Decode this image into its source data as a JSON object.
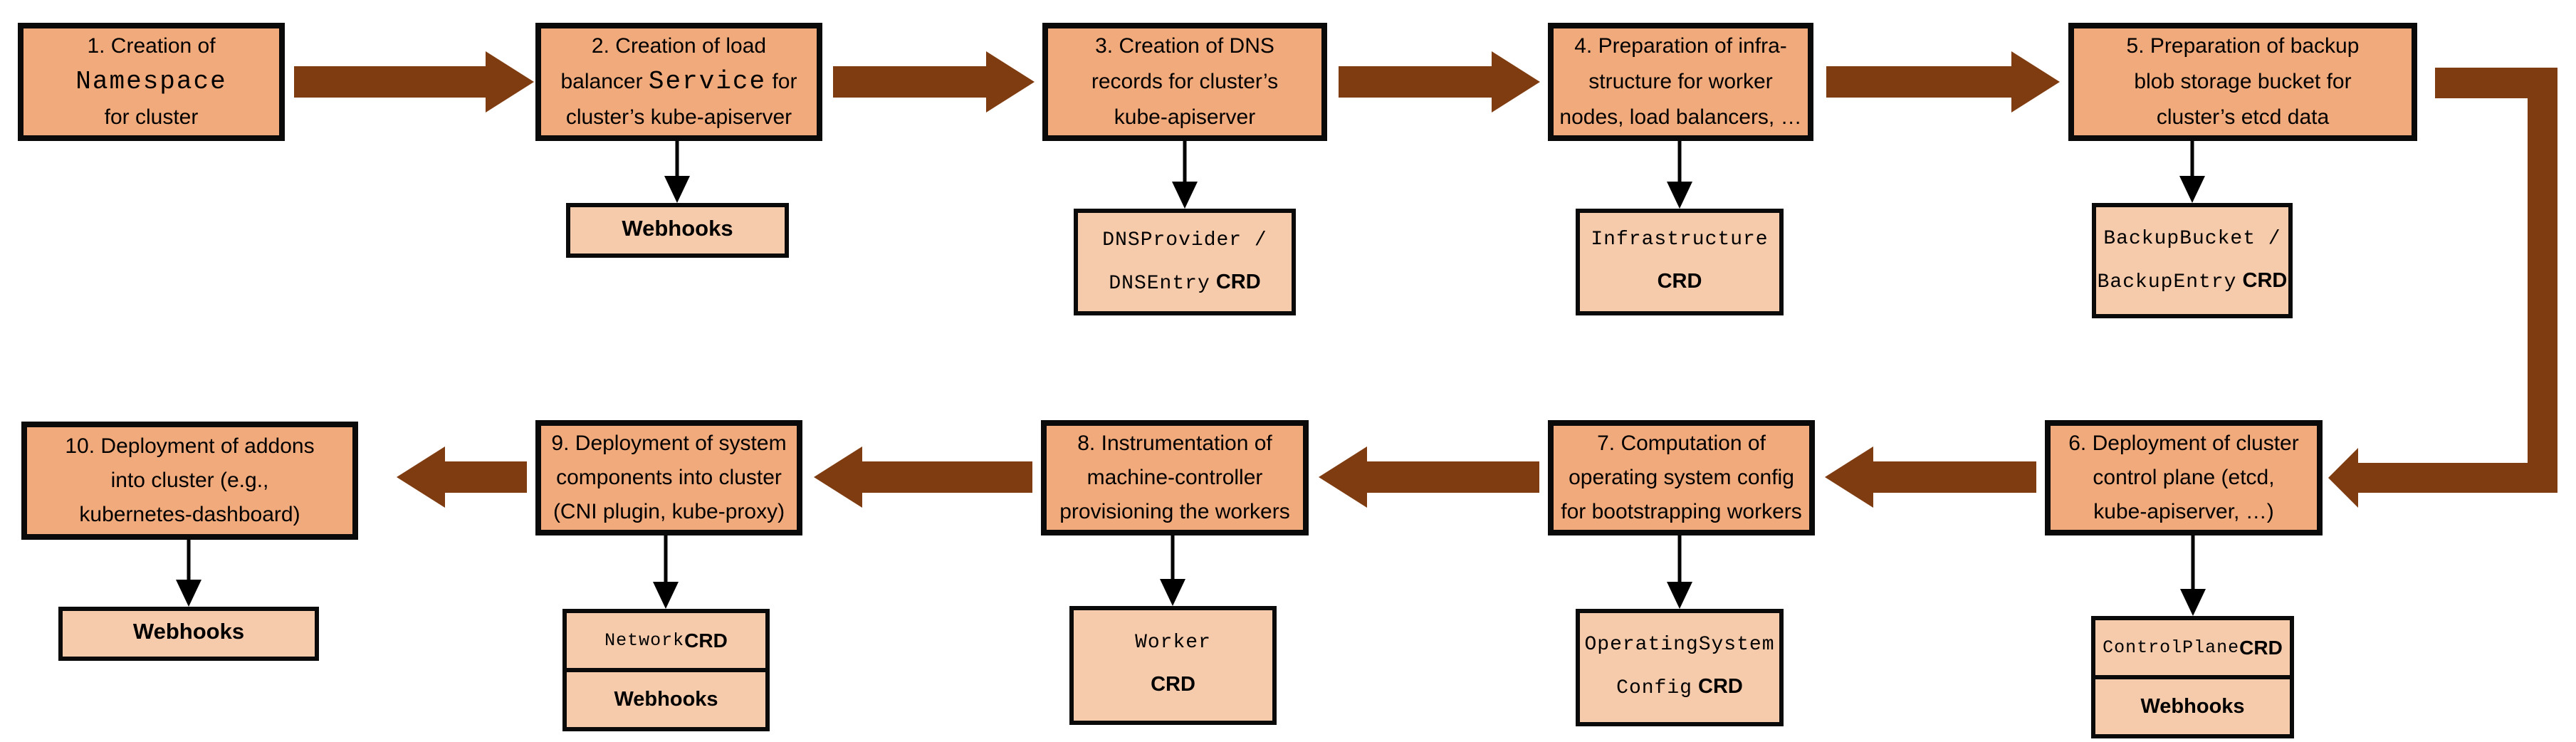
{
  "colors": {
    "main_box_fill": "#F1AA7C",
    "sub_box_fill": "#F6CBAC",
    "arrow_brown": "#803C11",
    "outline_black": "#0A0A0A",
    "background": "#FFFFFF"
  },
  "steps": [
    {
      "title": [
        {
          "pre": "1. Creation of"
        },
        {
          "mono": "Namespace"
        },
        {
          "pre": "for cluster"
        }
      ]
    },
    {
      "title": [
        {
          "pre": "2. Creation of load"
        },
        {
          "pre": "balancer ",
          "mono": "Service",
          "post": " for"
        },
        {
          "pre": "cluster’s kube-apiserver"
        }
      ],
      "sub": {
        "lines": [
          {
            "bold": "Webhooks"
          }
        ]
      }
    },
    {
      "title": [
        {
          "pre": "3. Creation of DNS"
        },
        {
          "pre": "records for cluster’s"
        },
        {
          "pre": "kube-apiserver"
        }
      ],
      "sub": {
        "lines": [
          {
            "mono": "DNSProvider /"
          },
          {
            "mono": "DNSEntry",
            "bold": " CRD"
          }
        ]
      }
    },
    {
      "title": [
        {
          "pre": "4. Preparation of infra-"
        },
        {
          "pre": "structure for worker"
        },
        {
          "pre": "nodes, load balancers, …"
        }
      ],
      "sub": {
        "lines": [
          {
            "mono": "Infrastructure"
          },
          {
            "bold": "CRD"
          }
        ]
      }
    },
    {
      "title": [
        {
          "pre": "5. Preparation of backup"
        },
        {
          "pre": "blob storage bucket for"
        },
        {
          "pre": "cluster’s etcd data"
        }
      ],
      "sub": {
        "lines": [
          {
            "mono": "BackupBucket /"
          },
          {
            "mono": "BackupEntry",
            "bold": " CRD"
          }
        ]
      }
    },
    {
      "title": [
        {
          "pre": "6. Deployment of cluster"
        },
        {
          "pre": "control plane (etcd,"
        },
        {
          "pre": "kube-apiserver, …)"
        }
      ],
      "sub": {
        "cells": [
          {
            "mono": "ControlPlane",
            "bold": " CRD"
          },
          {
            "bold": "Webhooks"
          }
        ]
      }
    },
    {
      "title": [
        {
          "pre": "7. Computation of"
        },
        {
          "pre": "operating system config"
        },
        {
          "pre": "for bootstrapping workers"
        }
      ],
      "sub": {
        "lines": [
          {
            "mono": "OperatingSystem"
          },
          {
            "mono": "Config",
            "bold": " CRD"
          }
        ]
      }
    },
    {
      "title": [
        {
          "pre": "8. Instrumentation of"
        },
        {
          "pre": "machine-controller"
        },
        {
          "pre": "provisioning the workers"
        }
      ],
      "sub": {
        "lines": [
          {
            "mono": "Worker"
          },
          {
            "bold": "CRD"
          }
        ]
      }
    },
    {
      "title": [
        {
          "pre": "9. Deployment of system"
        },
        {
          "pre": "components into cluster"
        },
        {
          "pre": "(CNI plugin, kube-proxy)"
        }
      ],
      "sub": {
        "cells": [
          {
            "mono": "Network",
            "bold": " CRD"
          },
          {
            "bold": "Webhooks"
          }
        ]
      }
    },
    {
      "title": [
        {
          "pre": "10. Deployment of addons"
        },
        {
          "pre": "into cluster (e.g.,"
        },
        {
          "pre": "kubernetes-dashboard)"
        }
      ],
      "sub": {
        "lines": [
          {
            "bold": "Webhooks"
          }
        ]
      }
    }
  ]
}
